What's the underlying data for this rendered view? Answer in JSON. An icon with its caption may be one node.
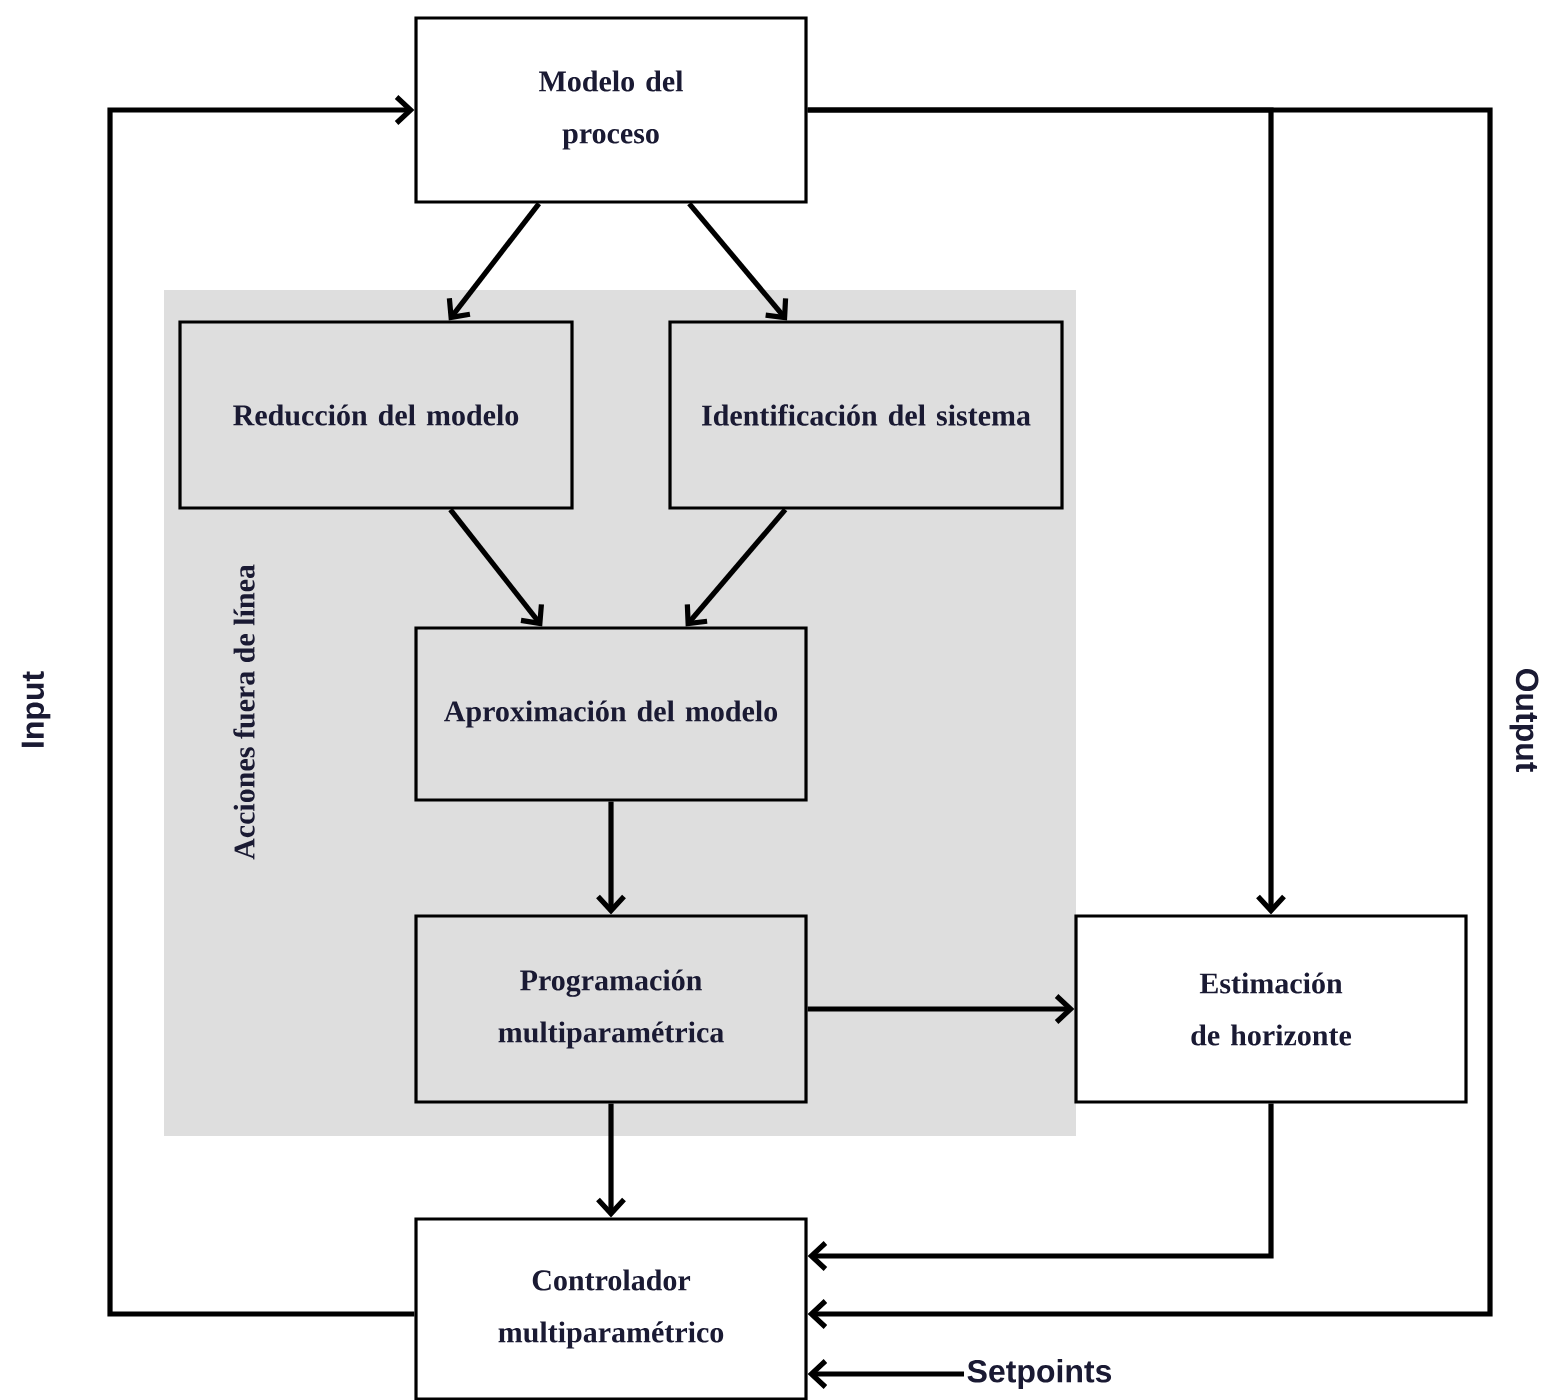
{
  "diagram": {
    "nodes": [
      {
        "text": [
          "Acciones fuera de línea"
        ]
      },
      {
        "text": [
          "Modelo del proceso"
        ]
      },
      {
        "text": [
          "Reducción del modelo"
        ],
        "in": 0
      },
      {
        "text": [
          "Identificación del sistema"
        ],
        "in": 0
      },
      {
        "text": [
          "Aproximación del modelo"
        ],
        "in": 0
      },
      {
        "text": [
          "Programación multiparamétrica"
        ],
        "in": 0
      },
      {
        "text": [
          "Estimación de horizonte"
        ]
      },
      {
        "text": [
          "Controlador multiparamétrico"
        ]
      },
      {
        "text": [
          "Setpoints"
        ]
      }
    ],
    "edges": [
      {
        "from": 1,
        "to": 2,
        "arrow": "to"
      },
      {
        "from": 1,
        "to": 3,
        "arrow": "to"
      },
      {
        "from": 2,
        "to": 4,
        "arrow": "to"
      },
      {
        "from": 3,
        "to": 4,
        "arrow": "to"
      },
      {
        "from": 4,
        "to": 5,
        "arrow": "to"
      },
      {
        "from": 5,
        "to": 6,
        "arrow": "to"
      },
      {
        "from": 5,
        "to": 7,
        "arrow": "to"
      },
      {
        "from": 1,
        "to": 6,
        "arrow": "to"
      },
      {
        "from": 6,
        "to": 7,
        "arrow": "to"
      },
      {
        "from": 1,
        "to": 7,
        "label": "Output",
        "arrow": "to"
      },
      {
        "from": 7,
        "to": 1,
        "label": "Input",
        "arrow": "to"
      },
      {
        "from": 8,
        "to": 7,
        "arrow": "to"
      }
    ]
  }
}
